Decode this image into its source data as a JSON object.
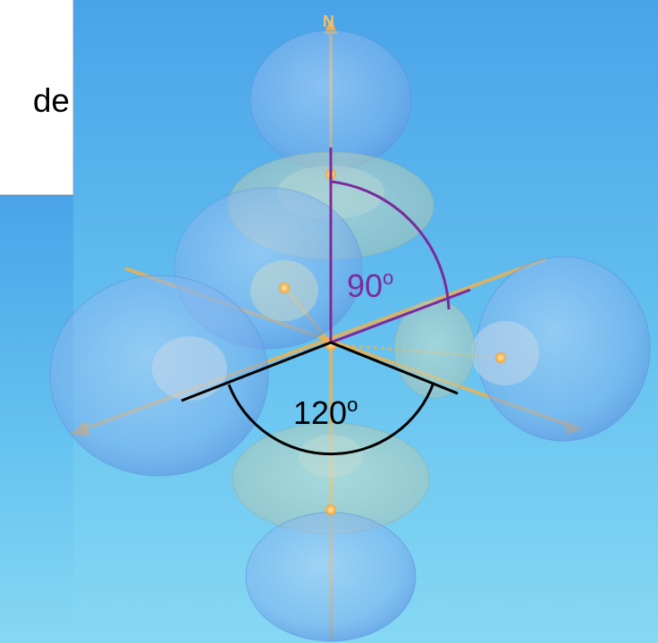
{
  "textbox": {
    "text": "de"
  },
  "diagram": {
    "axis_letter": "N",
    "angle_90": {
      "value": "90",
      "unit": "o",
      "color": "#7a2a9e"
    },
    "angle_120": {
      "value": "120",
      "unit": "o",
      "color": "#000000"
    }
  },
  "colors": {
    "background_top": "#4aa3e8",
    "background_bottom": "#7fd3f2",
    "lobe_fill": "#6ea9ee",
    "axis": "#f2b04a",
    "angle_90_arc": "#7a2a9e",
    "angle_120_arc": "#000000"
  }
}
